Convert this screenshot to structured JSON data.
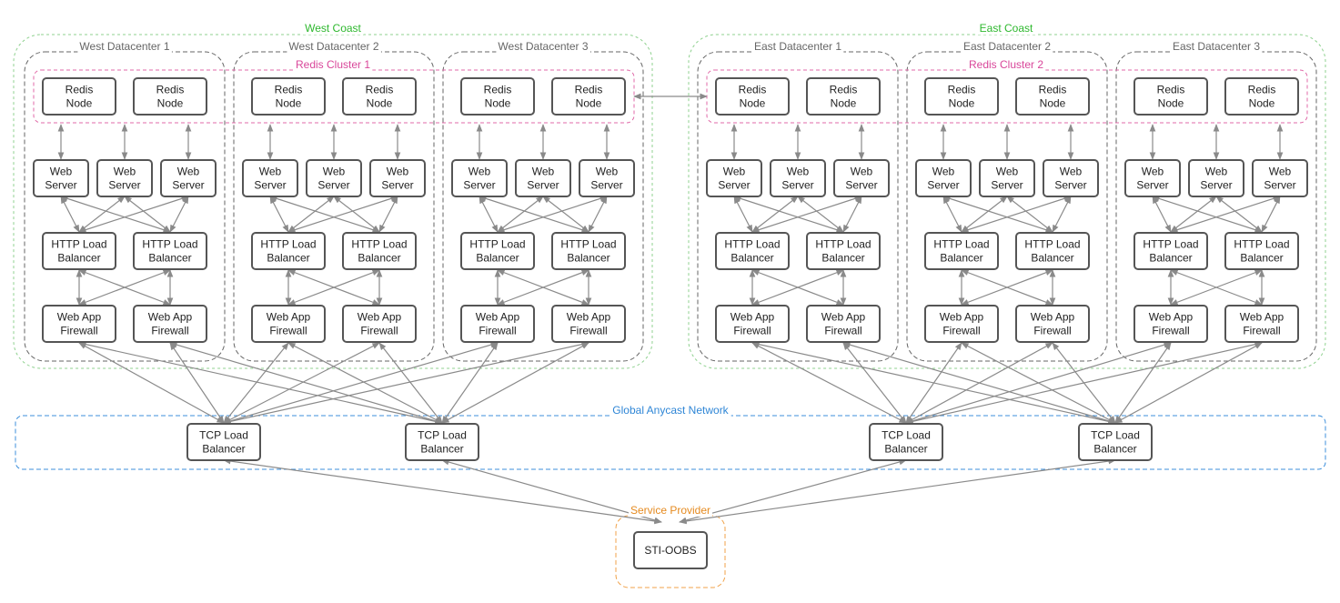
{
  "groups": {
    "west_coast": "West Coast",
    "east_coast": "East Coast",
    "global_anycast": "Global Anycast Network",
    "service_provider": "Service Provider",
    "redis_cluster_1": "Redis Cluster 1",
    "redis_cluster_2": "Redis Cluster 2"
  },
  "datacenters": [
    "West Datacenter 1",
    "West Datacenter 2",
    "West Datacenter 3",
    "East Datacenter 1",
    "East Datacenter 2",
    "East Datacenter 3"
  ],
  "node_labels": {
    "redis": [
      "Redis",
      "Node"
    ],
    "web": [
      "Web",
      "Server"
    ],
    "http_lb": [
      "HTTP Load",
      "Balancer"
    ],
    "waf": [
      "Web App",
      "Firewall"
    ],
    "tcp_lb": [
      "TCP Load",
      "Balancer"
    ],
    "sti": [
      "STI-OOBS"
    ]
  },
  "colors": {
    "coast_border": "#8fd18f",
    "coast_title": "#2eb82e",
    "datacenter_border": "#666666",
    "datacenter_title": "#666666",
    "redis_border": "#e06aa8",
    "redis_title": "#d9479a",
    "anycast_border": "#3d8fdb",
    "anycast_title": "#2f86d6",
    "provider_border": "#f0a24a",
    "provider_title": "#e58a1f",
    "node_border": "#555555",
    "edge": "#8a8a8a"
  }
}
